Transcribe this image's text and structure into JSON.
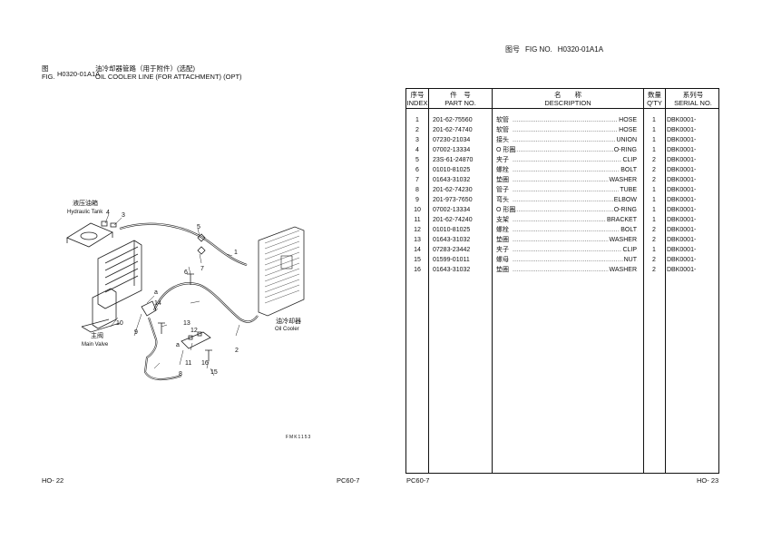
{
  "fig_header": {
    "label_cn": "图号",
    "label_en": "FIG NO.",
    "value": "H0320-01A1A"
  },
  "left_title": {
    "fig_cn": "图",
    "fig_en": "FIG.",
    "code": "H0320-01A1A",
    "title_cn": "油冷却器管路（用于附件）(选配)",
    "title_en": "OIL COOLER LINE (FOR ATTACHMENT) (OPT)"
  },
  "diagram_labels": {
    "hydraulic_tank_cn": "液压油箱",
    "hydraulic_tank_en": "Hydraulic Tank",
    "oil_cooler_cn": "油冷却器",
    "oil_cooler_en": "Oil Cooler",
    "main_valve_cn": "主阀",
    "main_valve_en": "Main Valve",
    "callouts": [
      "4",
      "3",
      "5",
      "7",
      "1",
      "6",
      "a",
      "14",
      "9",
      "10",
      "13",
      "12",
      "2",
      "a",
      "11",
      "16",
      "15",
      "8"
    ],
    "fig_code": "FMK1153"
  },
  "table": {
    "headers": {
      "index_cn": "序号",
      "index_en": "INDEX",
      "part_cn": "件　号",
      "part_en": "PART NO.",
      "desc_cn": "名　　称",
      "desc_en": "DESCRIPTION",
      "qty_cn": "数量",
      "qty_en": "Q'TY",
      "serial_cn": "系列号",
      "serial_en": "SERIAL NO."
    },
    "rows": [
      {
        "index": "1",
        "part_no": "201-62-75560",
        "desc_cn": "软管",
        "desc_en": "HOSE",
        "qty": "1",
        "serial": "DBK0001-"
      },
      {
        "index": "2",
        "part_no": "201-62-74740",
        "desc_cn": "软管",
        "desc_en": "HOSE",
        "qty": "1",
        "serial": "DBK0001-"
      },
      {
        "index": "3",
        "part_no": "07230-21034",
        "desc_cn": "接头",
        "desc_en": "UNION",
        "qty": "1",
        "serial": "DBK0001-"
      },
      {
        "index": "4",
        "part_no": "07002-13334",
        "desc_cn": "O 形圈",
        "desc_en": "O-RING",
        "qty": "1",
        "serial": "DBK0001-"
      },
      {
        "index": "5",
        "part_no": "23S-61-24870",
        "desc_cn": "夹子",
        "desc_en": "CLIP",
        "qty": "2",
        "serial": "DBK0001-"
      },
      {
        "index": "6",
        "part_no": "01010-81025",
        "desc_cn": "螺栓",
        "desc_en": "BOLT",
        "qty": "2",
        "serial": "DBK0001-"
      },
      {
        "index": "7",
        "part_no": "01643-31032",
        "desc_cn": "垫圈",
        "desc_en": "WASHER",
        "qty": "2",
        "serial": "DBK0001-"
      },
      {
        "index": "8",
        "part_no": "201-62-74230",
        "desc_cn": "管子",
        "desc_en": "TUBE",
        "qty": "1",
        "serial": "DBK0001-"
      },
      {
        "index": "9",
        "part_no": "201-973-7650",
        "desc_cn": "弯头",
        "desc_en": "ELBOW",
        "qty": "1",
        "serial": "DBK0001-"
      },
      {
        "index": "10",
        "part_no": "07002-13334",
        "desc_cn": "O 形圈",
        "desc_en": "O-RING",
        "qty": "1",
        "serial": "DBK0001-"
      },
      {
        "index": "11",
        "part_no": "201-62-74240",
        "desc_cn": "支架",
        "desc_en": "BRACKET",
        "qty": "1",
        "serial": "DBK0001-"
      },
      {
        "index": "12",
        "part_no": "01010-81025",
        "desc_cn": "螺栓",
        "desc_en": "BOLT",
        "qty": "2",
        "serial": "DBK0001-"
      },
      {
        "index": "13",
        "part_no": "01643-31032",
        "desc_cn": "垫圈",
        "desc_en": "WASHER",
        "qty": "2",
        "serial": "DBK0001-"
      },
      {
        "index": "14",
        "part_no": "07283-23442",
        "desc_cn": "夹子",
        "desc_en": "CLIP",
        "qty": "1",
        "serial": "DBK0001-"
      },
      {
        "index": "15",
        "part_no": "01599-01011",
        "desc_cn": "螺母",
        "desc_en": "NUT",
        "qty": "2",
        "serial": "DBK0001-"
      },
      {
        "index": "16",
        "part_no": "01643-31032",
        "desc_cn": "垫圈",
        "desc_en": "WASHER",
        "qty": "2",
        "serial": "DBK0001-"
      }
    ]
  },
  "footer": {
    "page_left": "HO- 22",
    "model_left": "PC60-7",
    "model_right": "PC60-7",
    "page_right": "HO- 23"
  }
}
